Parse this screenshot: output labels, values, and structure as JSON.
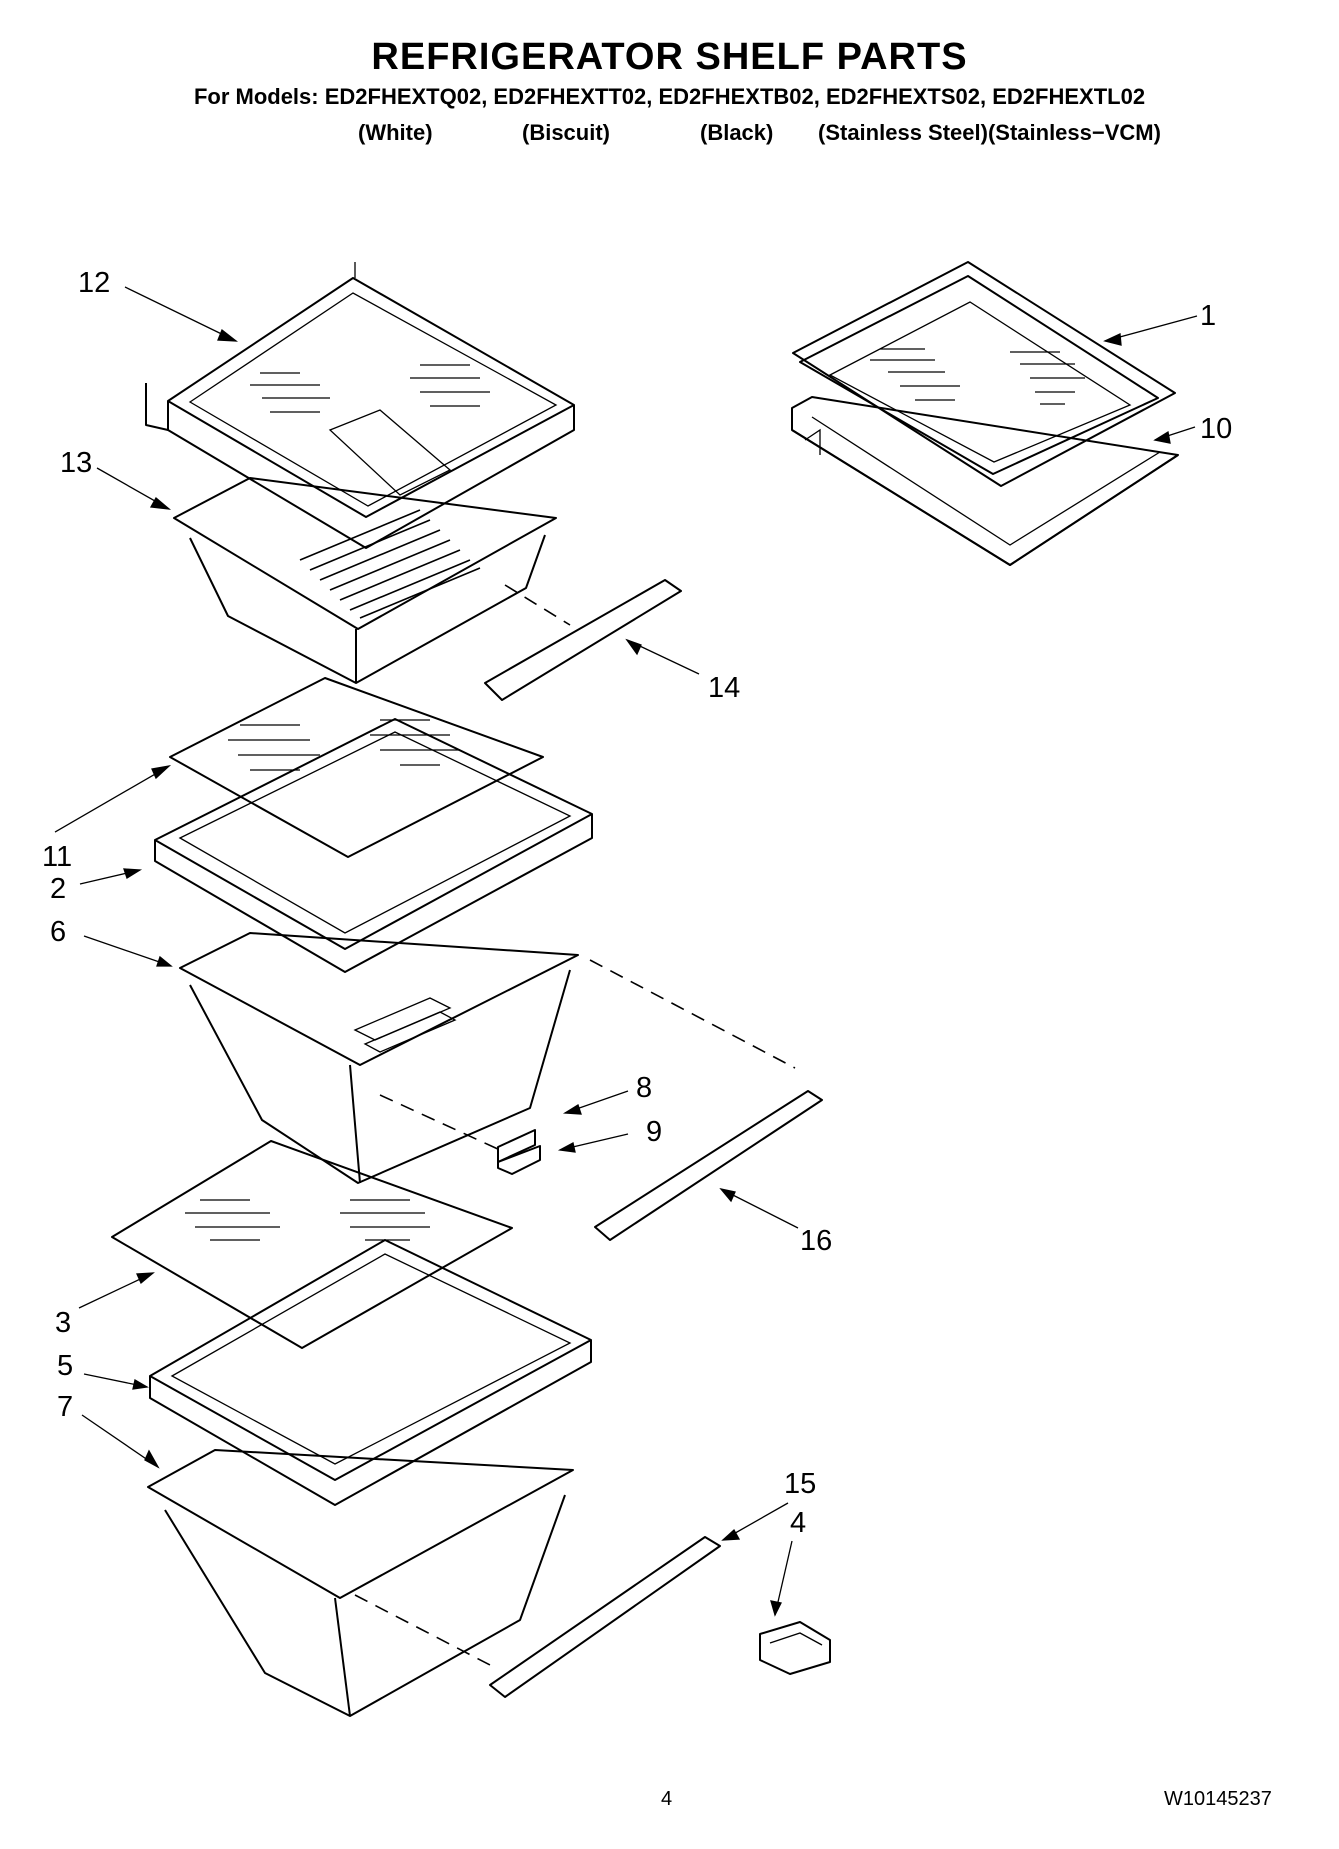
{
  "header": {
    "title": "REFRIGERATOR SHELF PARTS",
    "models": "For Models: ED2FHEXTQ02, ED2FHEXTT02, ED2FHEXTB02, ED2FHEXTS02, ED2FHEXTL02",
    "colors": [
      "(White)",
      "(Biscuit)",
      "(Black)",
      "(Stainless Steel)(Stainless−VCM)"
    ]
  },
  "callouts": {
    "c1": "1",
    "c2": "2",
    "c3": "3",
    "c4": "4",
    "c5": "5",
    "c6": "6",
    "c7": "7",
    "c8": "8",
    "c9": "9",
    "c10": "10",
    "c11": "11",
    "c12": "12",
    "c13": "13",
    "c14": "14",
    "c15": "15",
    "c16": "16"
  },
  "footer": {
    "page_number": "4",
    "doc_number": "W10145237"
  }
}
